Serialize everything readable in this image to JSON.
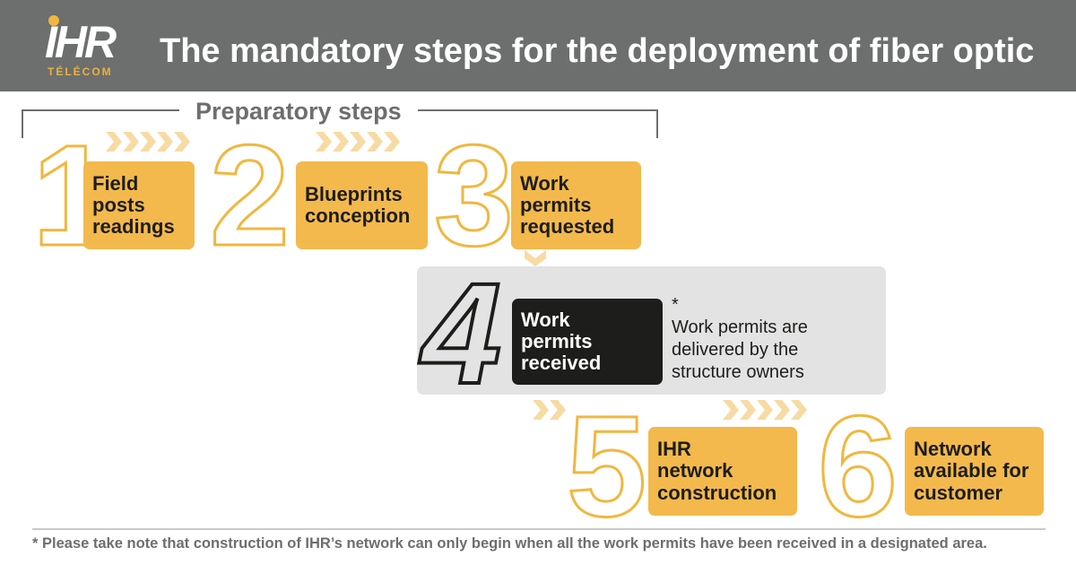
{
  "header": {
    "logo_text": "IHR",
    "logo_sub": "TÉLÉCOM",
    "title": "The mandatory steps for the deployment of fiber optic"
  },
  "preparatory_label": "Preparatory steps",
  "steps": [
    {
      "number": "1",
      "label": "Field\nposts\nreadings"
    },
    {
      "number": "2",
      "label": "Blueprints\nconception"
    },
    {
      "number": "3",
      "label": "Work\npermits\nrequested"
    },
    {
      "number": "4",
      "label": "Work\npermits\nreceived"
    },
    {
      "number": "5",
      "label": "IHR\nnetwork\nconstruction"
    },
    {
      "number": "6",
      "label": "Network\navailable for\ncustomer"
    }
  ],
  "note": "*\nWork permits are\ndelivered by the\nstructure owners",
  "footer": "* Please take note that construction of IHR’s network can only begin when all the work permits have been received in a designated area.",
  "colors": {
    "header": "#6d6e6e",
    "accent": "#f3b94c",
    "dark": "#1d1d1b",
    "panel": "#e3e3e3",
    "chevron": "#f7dba3"
  }
}
